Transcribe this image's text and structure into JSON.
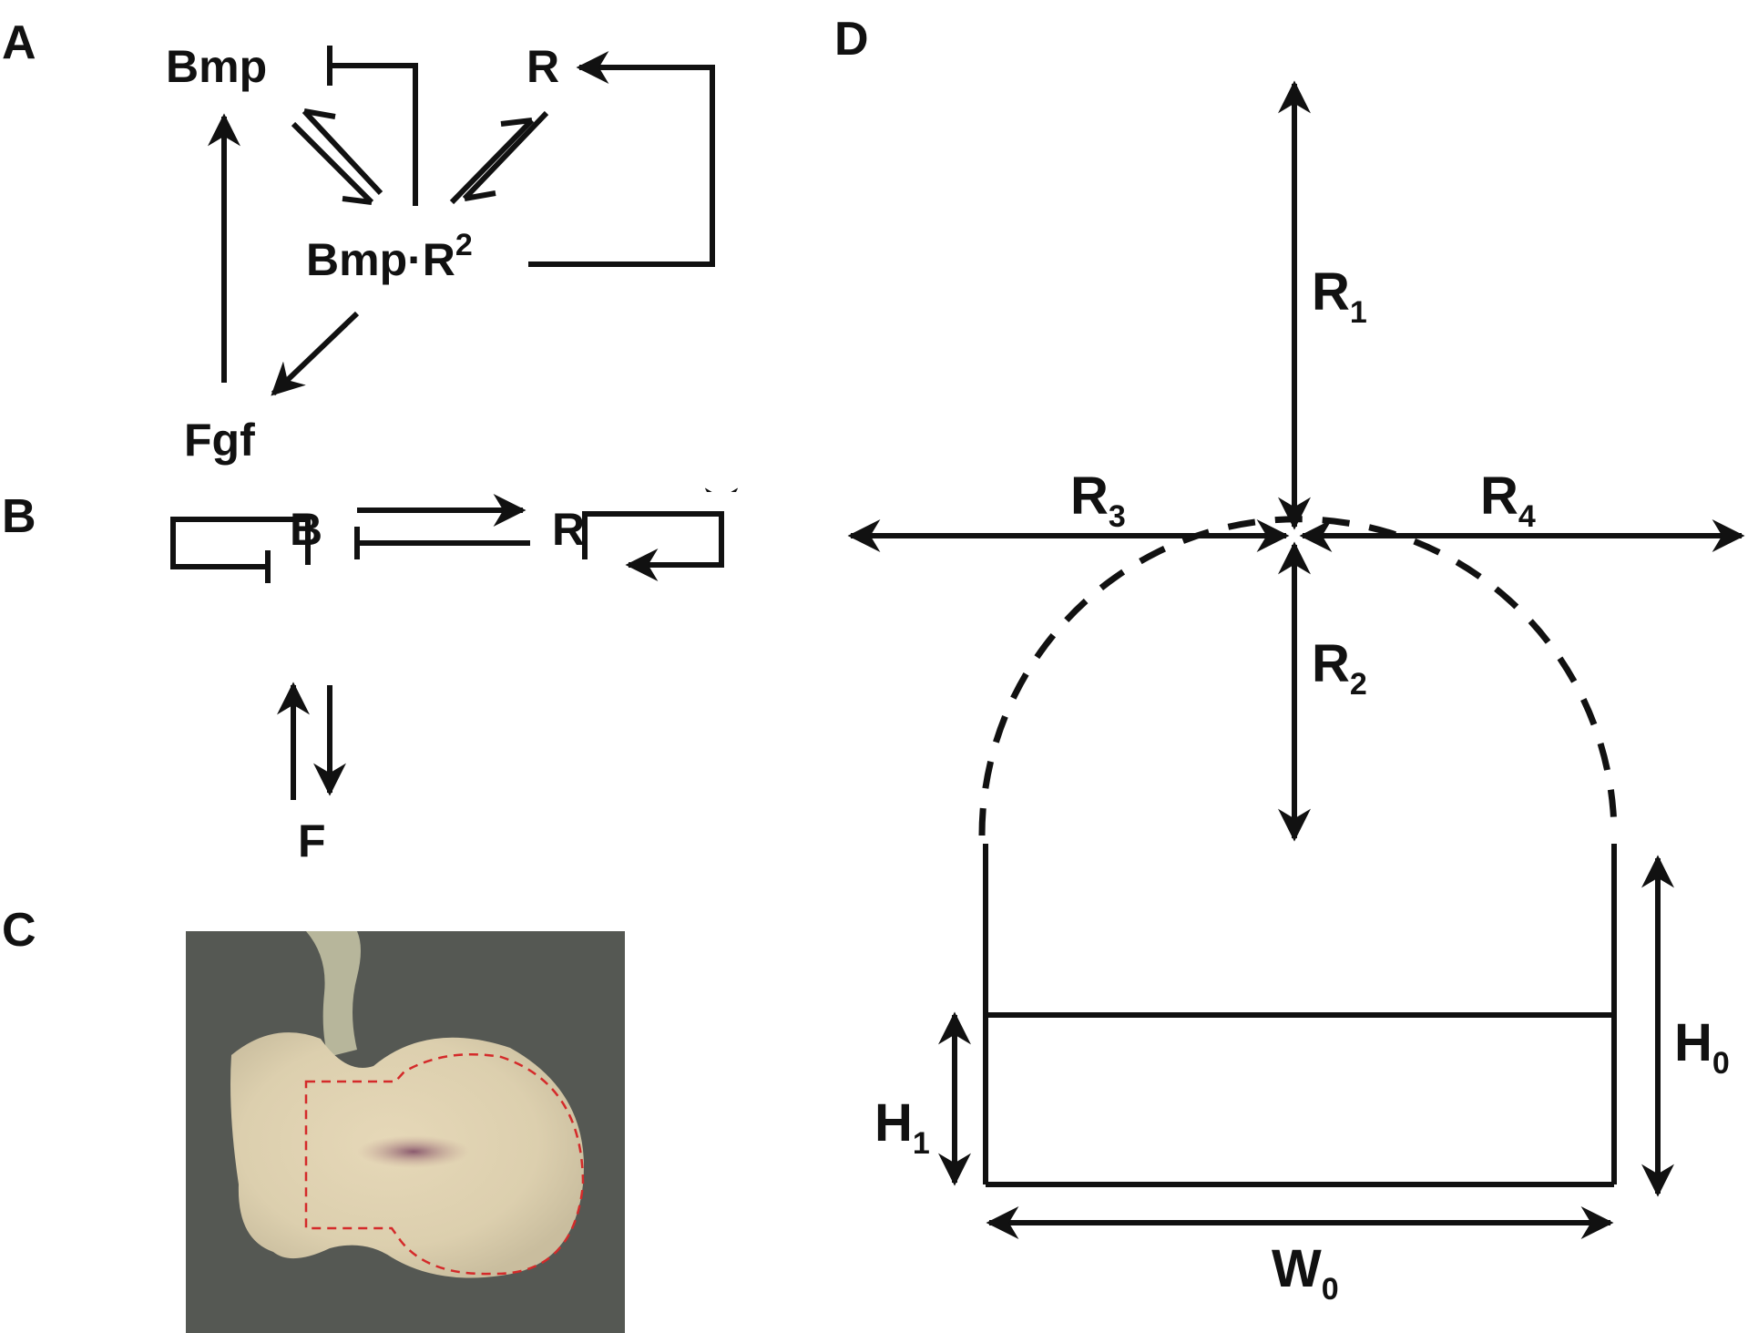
{
  "panels": {
    "a": "A",
    "b": "B",
    "c": "C",
    "d": "D"
  },
  "panel_a": {
    "bmp": "Bmp",
    "r": "R",
    "complex_base": "Bmp·R",
    "complex_sup": "2",
    "fgf": "Fgf"
  },
  "panel_b": {
    "b": "B",
    "r": "R",
    "f": "F"
  },
  "panel_c": {
    "photo": "micrograph-of-explant-with-red-dashed-outline",
    "outline_color": "#d42a2a",
    "background_color": "#5c5f5a",
    "tissue_color": "#dccfae"
  },
  "panel_d": {
    "r1": "R",
    "r1_sub": "1",
    "r2": "R",
    "r2_sub": "2",
    "r3": "R",
    "r3_sub": "3",
    "r4": "R",
    "r4_sub": "4",
    "h0": "H",
    "h0_sub": "0",
    "h1": "H",
    "h1_sub": "1",
    "w0": "W",
    "w0_sub": "0"
  },
  "colors": {
    "ink": "#111111",
    "background": "#ffffff"
  }
}
